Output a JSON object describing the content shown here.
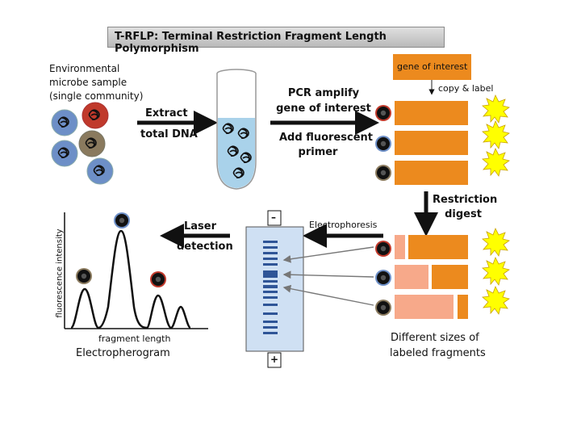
{
  "title": "T-RFLP: Terminal Restriction Fragment Length Polymorphism",
  "labels": {
    "sample": [
      "Environmental",
      "microbe sample",
      "(single community)"
    ],
    "extract": [
      "Extract",
      "total DNA"
    ],
    "pcr": [
      "PCR amplify",
      "gene of interest"
    ],
    "primer": [
      "Add fluorescent",
      "primer"
    ],
    "gene_of_interest": "gene of interest",
    "copy_label": "copy & label",
    "restriction": [
      "Restriction",
      "digest"
    ],
    "electrophoresis": "Electrophoresis",
    "laser": [
      "Laser",
      "detection"
    ],
    "y_axis": "fluorescence intensity",
    "x_axis": "fragment length",
    "electropherogram": "Electropherogram",
    "minus": "–",
    "plus": "+",
    "fragments": [
      "Different sizes of",
      "labeled fragments"
    ]
  },
  "colors": {
    "orange": "#ec8a1e",
    "light_orange": "#f7a98a",
    "blue_microbe": "#6d8fc7",
    "red_microbe": "#c0392b",
    "tan_microbe": "#8a7a5e",
    "gel_blue": "#cfe0f3",
    "band_blue": "#2f5597",
    "star_yellow": "#ffff00"
  }
}
